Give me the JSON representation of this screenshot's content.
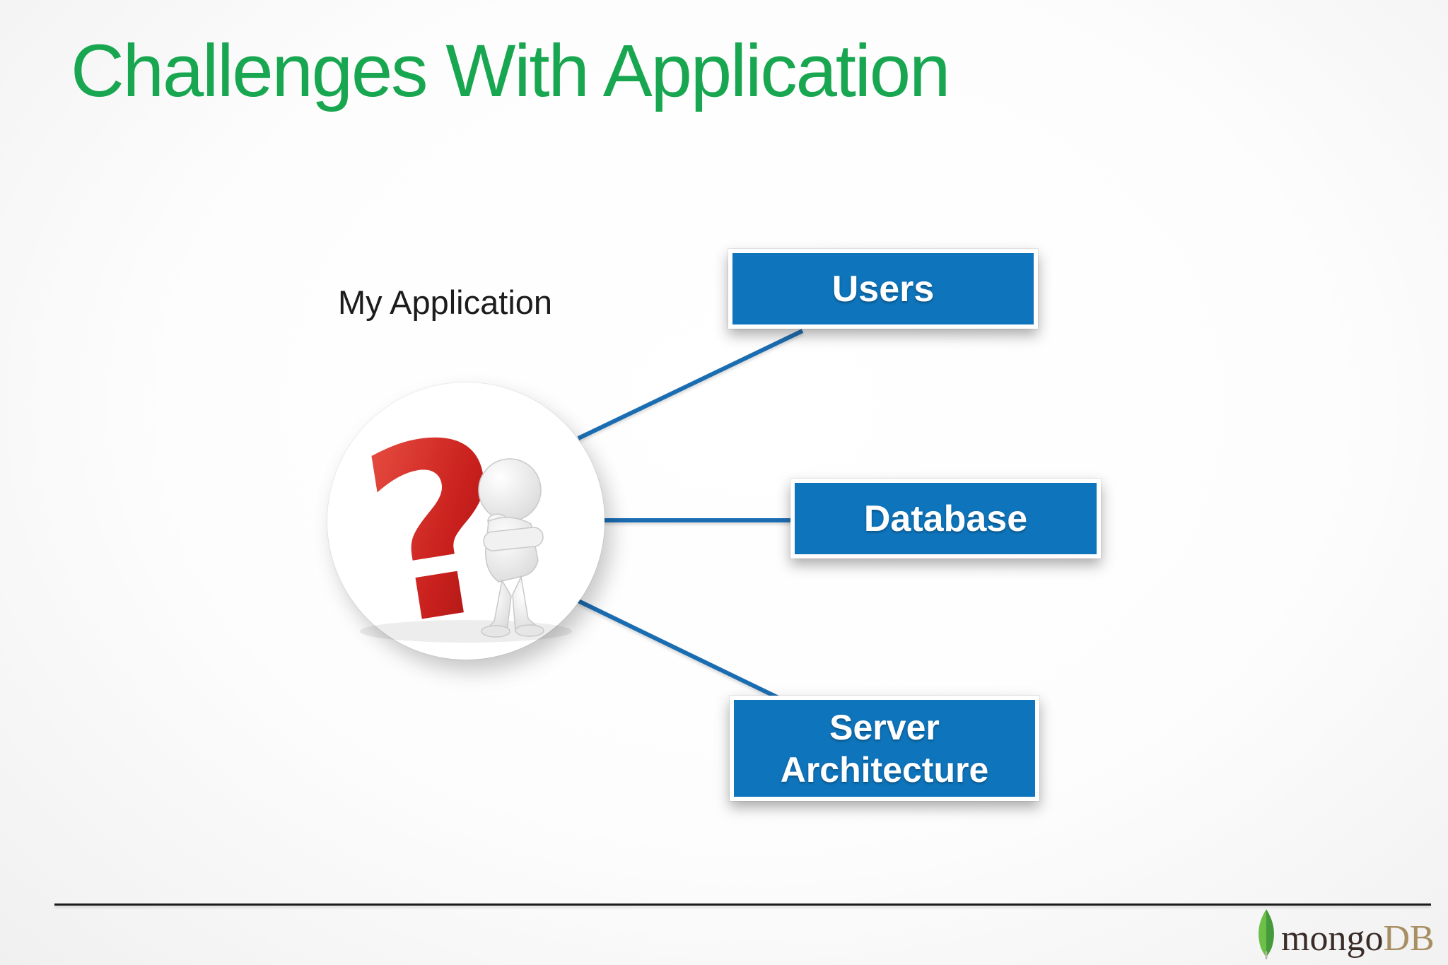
{
  "slide": {
    "title": "Challenges With Application",
    "app_label": "My Application",
    "nodes": [
      {
        "id": "users",
        "label": "Users"
      },
      {
        "id": "database",
        "label": "Database"
      },
      {
        "id": "server-architecture",
        "label": "Server Architecture"
      }
    ]
  },
  "footer": {
    "brand_mongo": "mongo",
    "brand_db": "DB"
  },
  "icons": {
    "question_mark_glyph": "?",
    "question_mark_icon": "question-mark-icon",
    "thinking_person_icon": "thinking-person-icon",
    "mongodb_leaf_icon": "mongodb-leaf-icon"
  },
  "colors": {
    "title_green": "#18a750",
    "node_blue": "#0e74bb",
    "connector_blue": "#1b6db2",
    "question_red": "#c9201d",
    "brand_dark": "#3a2d28",
    "brand_tan": "#a78f63",
    "divider_dark": "#1b1b1b",
    "text_black": "#1c1c1c"
  }
}
